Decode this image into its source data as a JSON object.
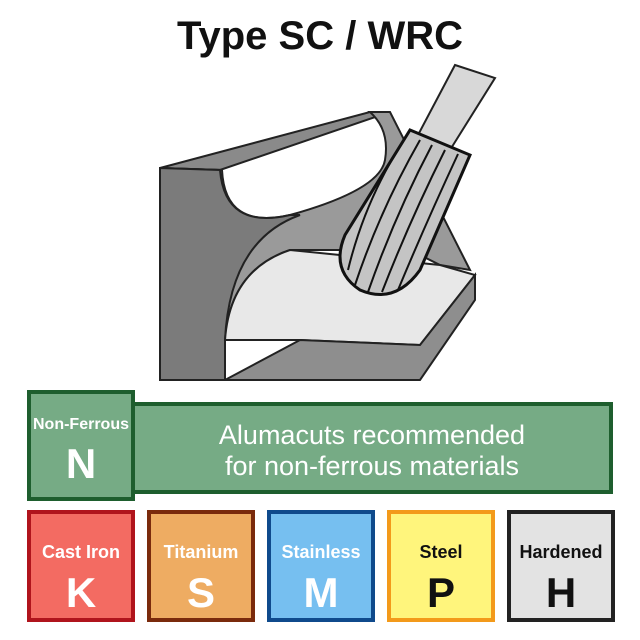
{
  "title": "Type SC / WRC",
  "non_ferrous": {
    "label": "Non-Ferrous",
    "letter": "N",
    "color": "#76ab85",
    "border": "#1e5e2e"
  },
  "banner": {
    "line1": "Alumacuts recommended",
    "line2": "for non-ferrous materials"
  },
  "materials": [
    {
      "label": "Cast Iron",
      "letter": "K",
      "color": "#f36b62",
      "border": "#b0141c",
      "text": "#ffffff"
    },
    {
      "label": "Titanium",
      "letter": "S",
      "color": "#eeac62",
      "border": "#7a2a0c",
      "text": "#ffffff"
    },
    {
      "label": "Stainless",
      "letter": "M",
      "color": "#76bff0",
      "border": "#0f4a8c",
      "text": "#ffffff"
    },
    {
      "label": "Steel",
      "letter": "P",
      "color": "#fff57c",
      "border": "#f39a1a",
      "text": "#111111"
    },
    {
      "label": "Hardened",
      "letter": "H",
      "color": "#e3e3e3",
      "border": "#222222",
      "text": "#111111"
    }
  ]
}
